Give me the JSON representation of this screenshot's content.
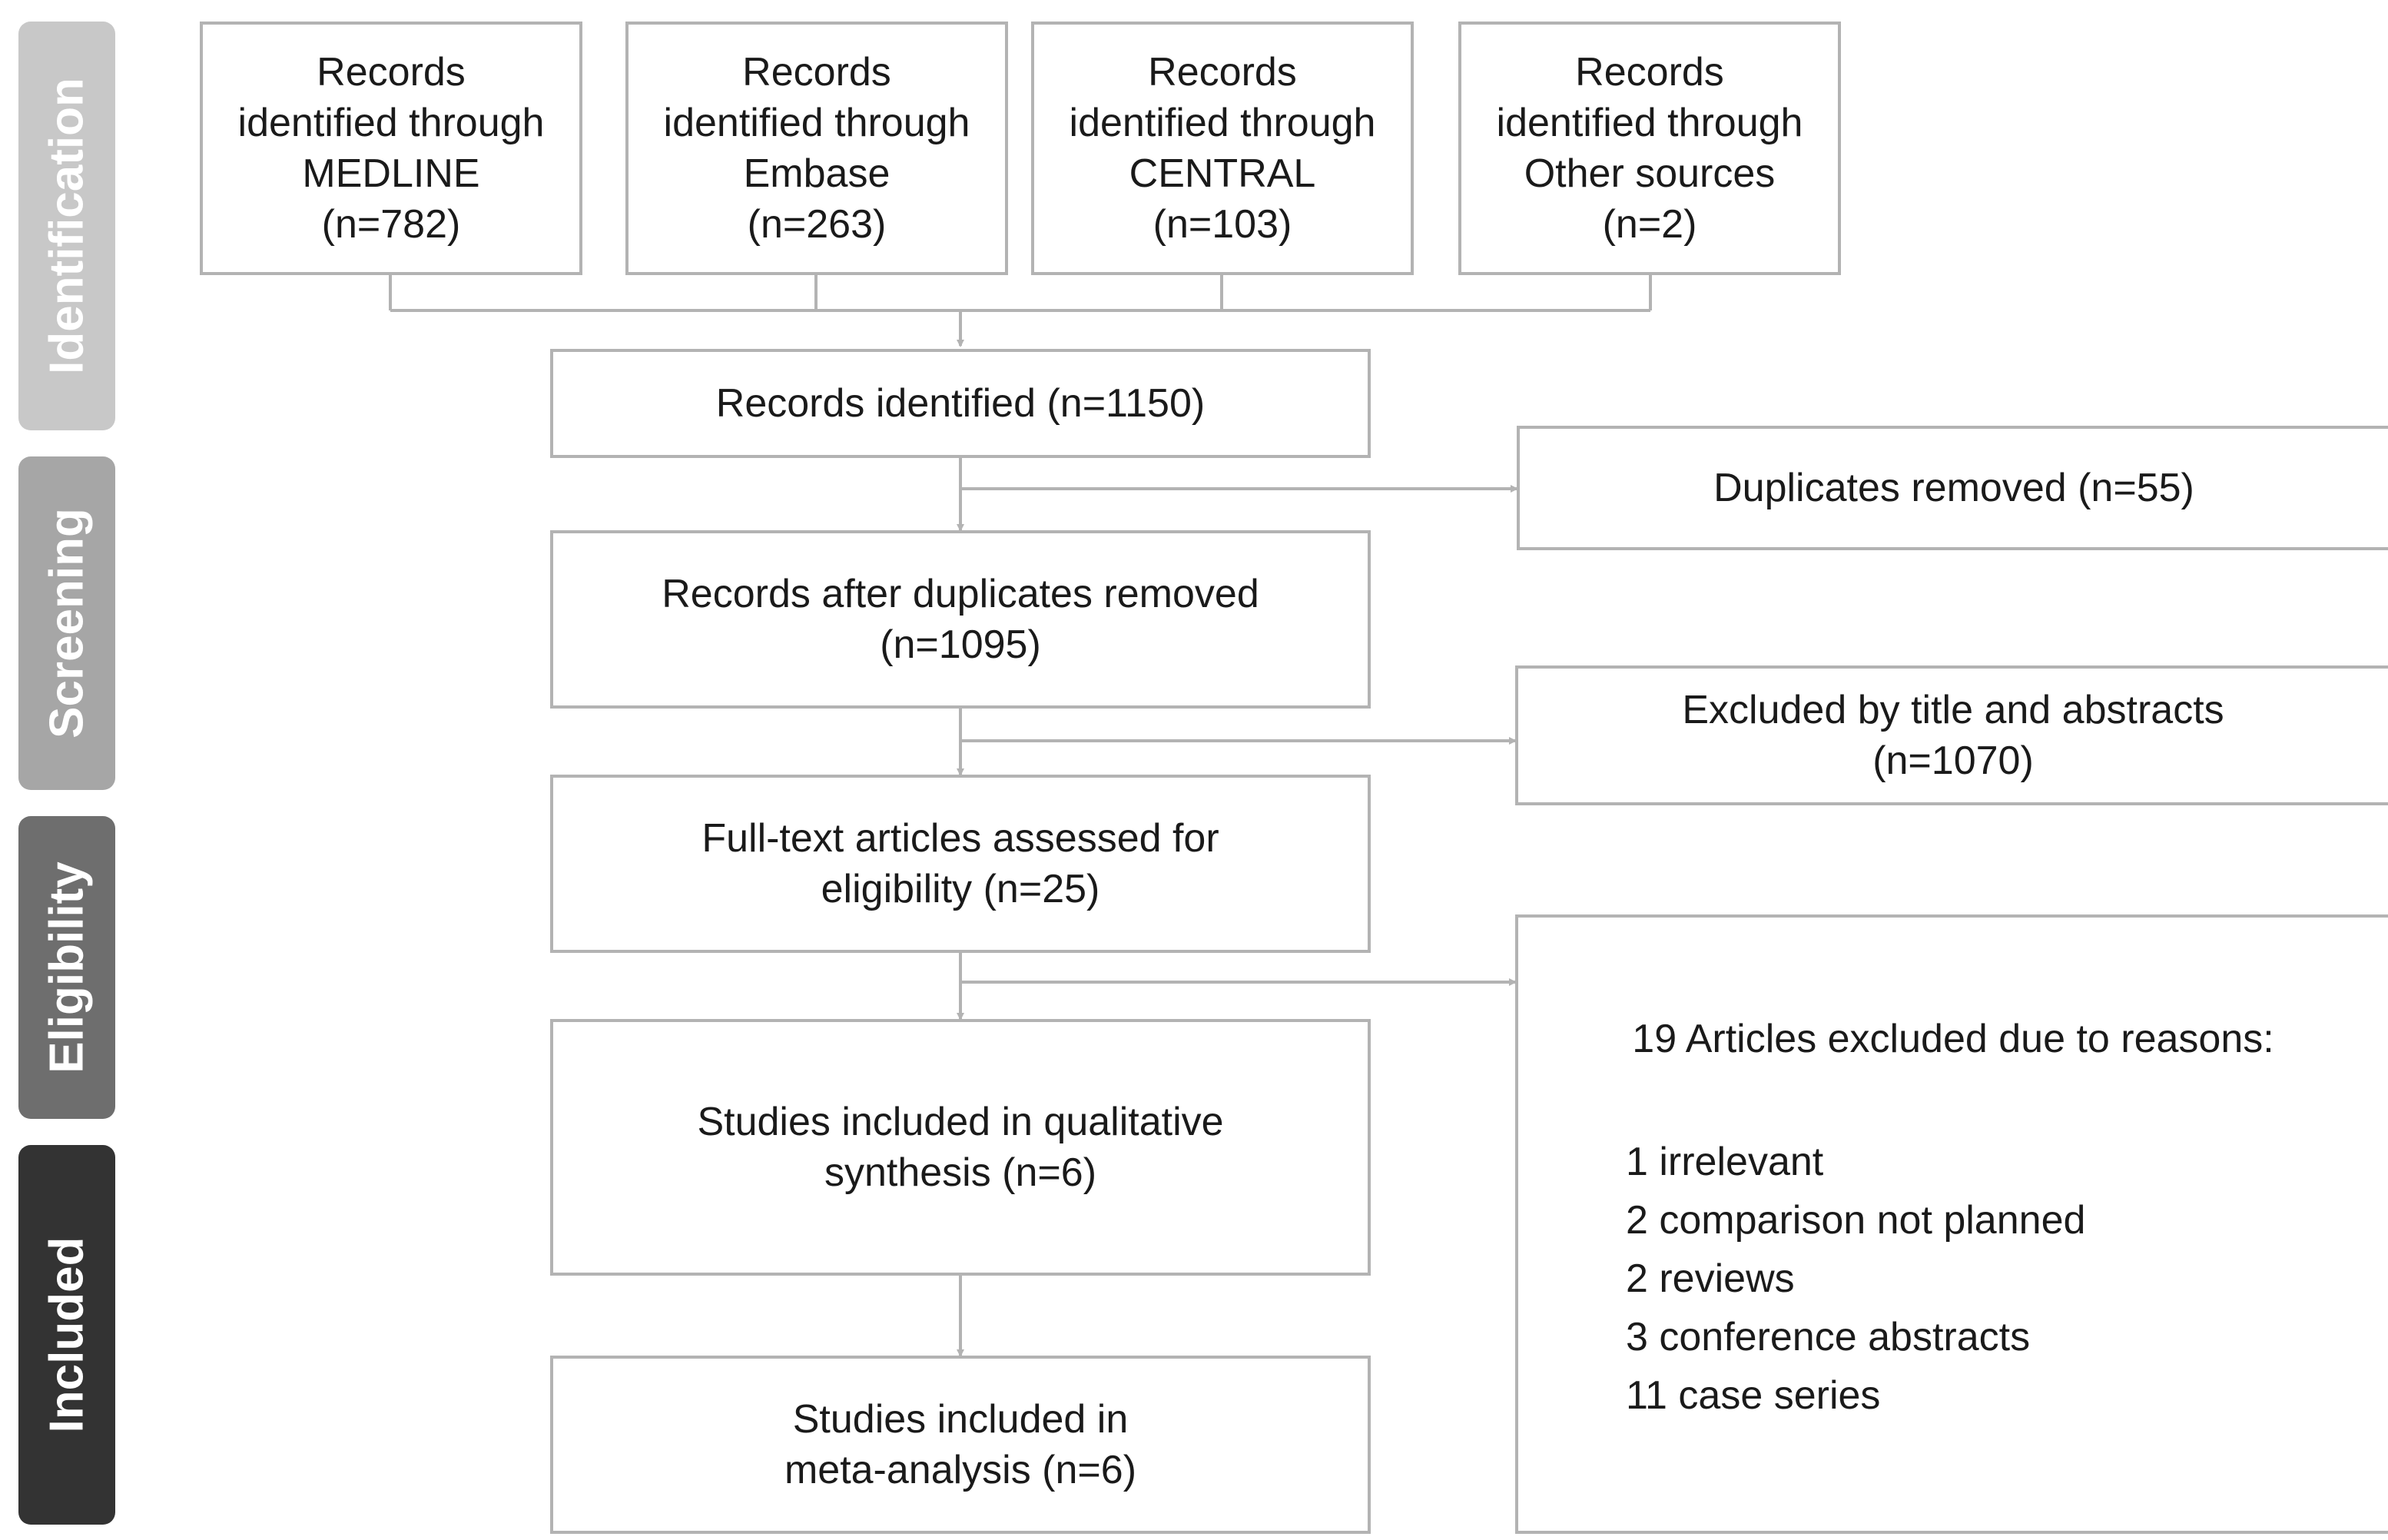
{
  "stages": [
    {
      "label": "Identification",
      "color": "#c8c8c8"
    },
    {
      "label": "Screening",
      "color": "#a6a6a6"
    },
    {
      "label": "Eligibility",
      "color": "#6e6e6e"
    },
    {
      "label": "Included",
      "color": "#333333"
    }
  ],
  "sources": [
    {
      "line1": "Records",
      "line2": "identified through",
      "line3": "MEDLINE",
      "line4": "(n=782)"
    },
    {
      "line1": "Records",
      "line2": "identified through",
      "line3": "Embase",
      "line4": "(n=263)"
    },
    {
      "line1": "Records",
      "line2": "identified through",
      "line3": "CENTRAL",
      "line4": "(n=103)"
    },
    {
      "line1": "Records",
      "line2": "identified through",
      "line3": "Other sources",
      "line4": "(n=2)"
    }
  ],
  "main": {
    "identified": "Records identified (n=1150)",
    "after_dup_line1": "Records after duplicates removed",
    "after_dup_line2": "(n=1095)",
    "fulltext_line1": "Full-text articles assessed for",
    "fulltext_line2": "eligibility (n=25)",
    "qualitative_line1": "Studies included in qualitative",
    "qualitative_line2": "synthesis (n=6)",
    "meta_line1": "Studies included in",
    "meta_line2": "meta-analysis (n=6)"
  },
  "side": {
    "duplicates": "Duplicates removed (n=55)",
    "excluded_line1": "Excluded by title and abstracts",
    "excluded_line2": "(n=1070)",
    "reasons_header": "19 Articles excluded due to reasons:",
    "reasons": [
      "1 irrelevant",
      "2 comparison not planned",
      "2 reviews",
      "3 conference abstracts",
      "11 case series"
    ]
  },
  "colors": {
    "border": "#b3b3b3",
    "connector": "#b3b3b3"
  }
}
